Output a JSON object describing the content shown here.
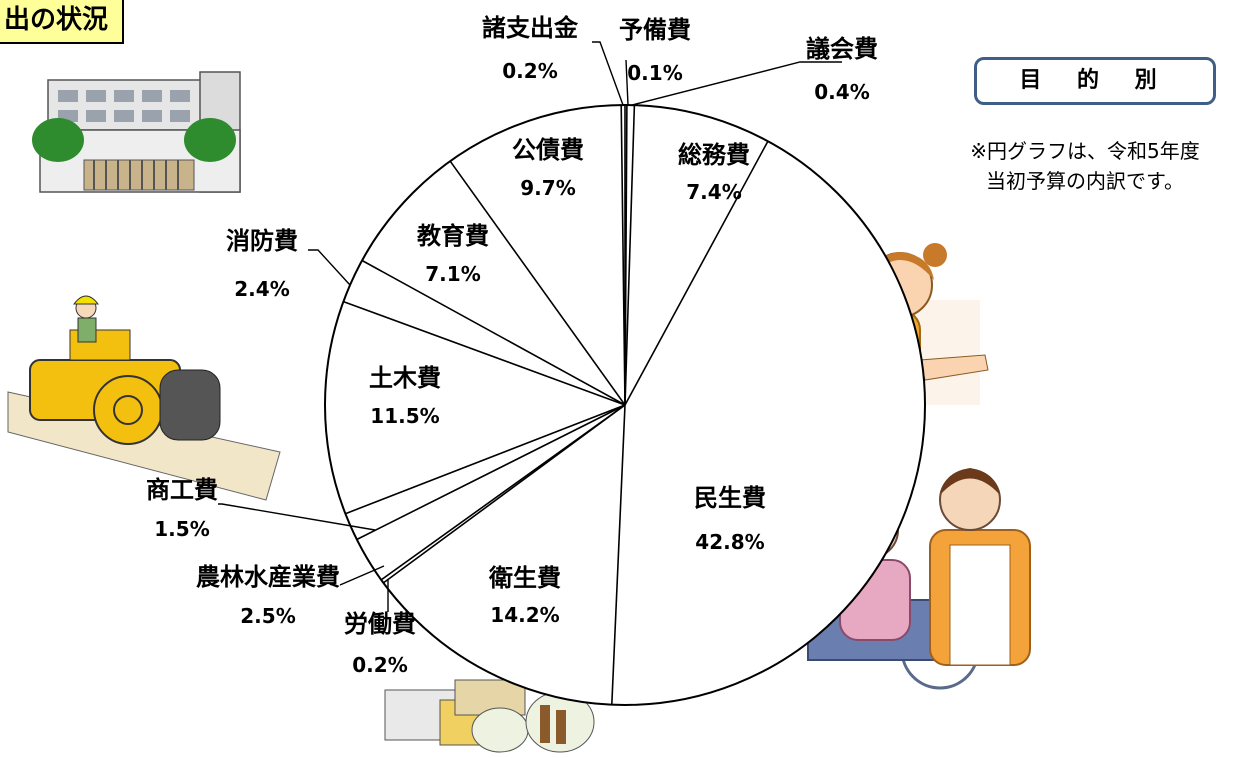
{
  "header": {
    "title": "出の状況"
  },
  "category_box": {
    "label": "目 的 別"
  },
  "note": {
    "line1": "※円グラフは、令和5年度",
    "line2": "当初予算の内訳です。"
  },
  "colors": {
    "title_bg": "#ffff99",
    "box_border": "#3f5f86",
    "pie_fill": "#ffffff",
    "pie_stroke": "#000000"
  },
  "illustrations": [
    "school-building",
    "road-roller-worker",
    "family-parents-baby",
    "caregiver-wheelchair-elder",
    "recycling-garbage"
  ],
  "chart_data": {
    "type": "pie",
    "slices": [
      {
        "name": "予備費",
        "percent_label": "0.1%",
        "value": 0.1
      },
      {
        "name": "議会費",
        "percent_label": "0.4%",
        "value": 0.4
      },
      {
        "name": "総務費",
        "percent_label": "7.4%",
        "value": 7.4
      },
      {
        "name": "民生費",
        "percent_label": "42.8%",
        "value": 42.8
      },
      {
        "name": "衛生費",
        "percent_label": "14.2%",
        "value": 14.2
      },
      {
        "name": "労働費",
        "percent_label": "0.2%",
        "value": 0.2
      },
      {
        "name": "農林水産業費",
        "percent_label": "2.5%",
        "value": 2.5
      },
      {
        "name": "商工費",
        "percent_label": "1.5%",
        "value": 1.5
      },
      {
        "name": "土木費",
        "percent_label": "11.5%",
        "value": 11.5
      },
      {
        "name": "消防費",
        "percent_label": "2.4%",
        "value": 2.4
      },
      {
        "name": "教育費",
        "percent_label": "7.1%",
        "value": 7.1
      },
      {
        "name": "公債費",
        "percent_label": "9.7%",
        "value": 9.7
      },
      {
        "name": "諸支出金",
        "percent_label": "0.2%",
        "value": 0.2
      }
    ],
    "legend": "none",
    "labels": "category name above percentage, leader lines for small slices"
  }
}
